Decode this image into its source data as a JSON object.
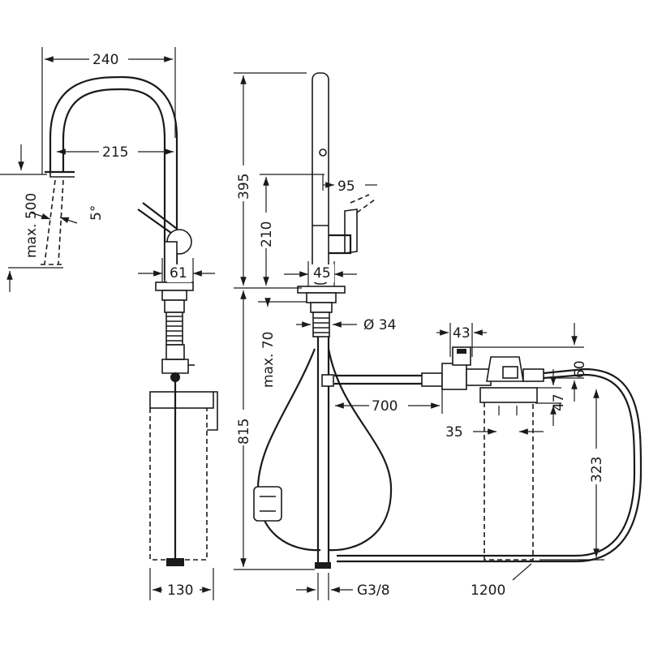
{
  "dimensions": {
    "spout_reach": "240",
    "spout_to_body": "215",
    "max_pull": "max. 500",
    "angle": "5°",
    "base_diameter_side": "61",
    "height_total": "395",
    "handle_height": "210",
    "handle_swing": "95",
    "base_width": "45",
    "hole_diameter": "Ø 34",
    "max_thickness": "max. 70",
    "hose_length": "815",
    "box_offset": "700",
    "valve_width": "43",
    "valve_height": "60",
    "box_gap": "47",
    "box_width": "35",
    "box_height": "323",
    "hose_total": "1200",
    "box_depth": "130",
    "thread": "G3/8"
  }
}
